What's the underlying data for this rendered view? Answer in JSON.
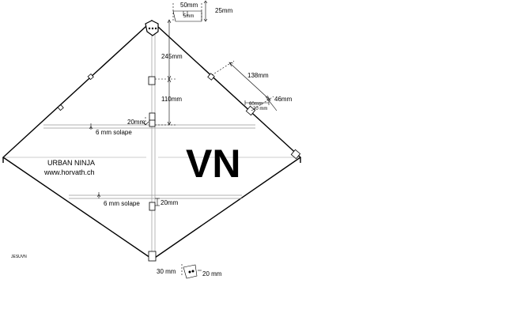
{
  "dimensions": {
    "top_width": "50mm",
    "top_inner": "5mm",
    "top_height": "25mm",
    "upper_spine": "245mm",
    "diag_long": "138mm",
    "mid_spine": "110mm",
    "pocket_width": "60mm",
    "pocket_inner": "20 mm",
    "pocket_side": "46mm",
    "spine_slot_upper": "20mm",
    "spine_slot_lower": "20mm",
    "hem_upper": "6 mm solape",
    "hem_lower": "6 mm solape",
    "bottom_width": "30 mm",
    "bottom_side": "20 mm"
  },
  "labels": {
    "brand": "URBAN NINJA",
    "website": "www.horvath.ch",
    "model": "VN",
    "code": "JESUVN"
  }
}
